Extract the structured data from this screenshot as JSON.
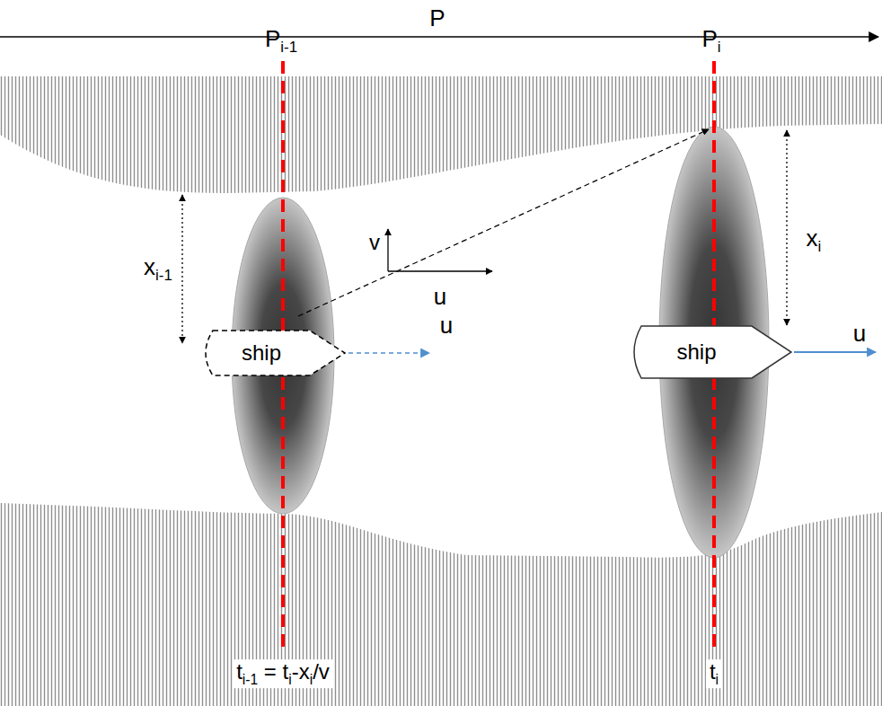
{
  "diagram": {
    "nodes": [
      {
        "text": [
          "ship"
        ]
      },
      {
        "text": [
          "ship"
        ]
      }
    ],
    "labels": [
      "P",
      "Pi-1",
      "Pi",
      "xi-1",
      "v",
      "u",
      "xi",
      "u",
      "u",
      "ti-1 = ti-xi/v",
      "ti"
    ]
  }
}
